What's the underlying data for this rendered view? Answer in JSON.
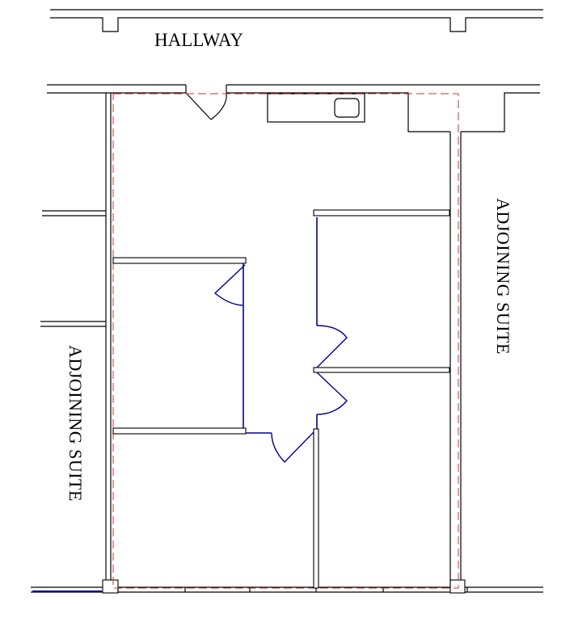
{
  "labels": {
    "hallway": "HALLWAY",
    "adjoining_left": "ADJOINING SUITE",
    "adjoining_right": "ADJOINING SUITE"
  },
  "colors": {
    "walls": "#000000",
    "new_walls_doors": "#00008b",
    "lease_line": "#c0392b",
    "background": "#ffffff"
  }
}
